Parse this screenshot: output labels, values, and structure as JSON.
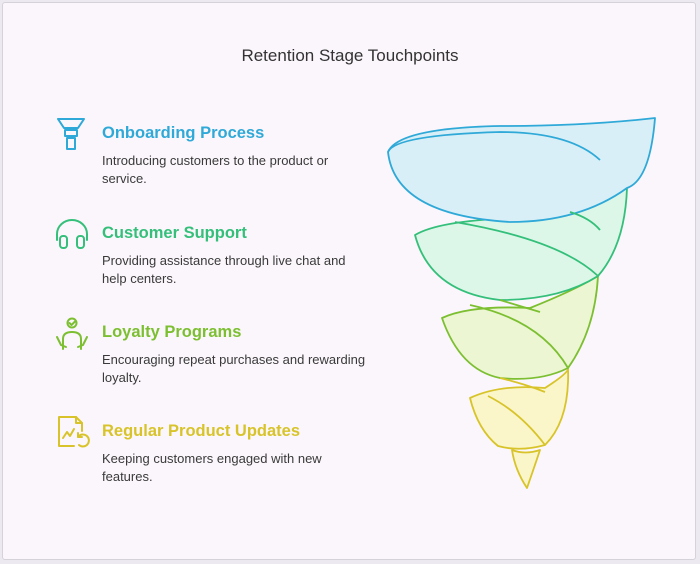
{
  "title": "Retention Stage Touchpoints",
  "colors": {
    "blue": "#2fa9d8",
    "green": "#34bf7a",
    "olive": "#7cbf31",
    "yellow": "#d8c42a"
  },
  "items": [
    {
      "icon": "funnel-icon",
      "heading": "Onboarding Process",
      "description": "Introducing customers to the product or service."
    },
    {
      "icon": "headset-icon",
      "heading": "Customer Support",
      "description": "Providing assistance through live chat and help centers."
    },
    {
      "icon": "person-hands-icon",
      "heading": "Loyalty Programs",
      "description": "Encouraging repeat purchases and rewarding loyalty."
    },
    {
      "icon": "document-refresh-icon",
      "heading": "Regular Product Updates",
      "description": "Keeping customers engaged with new features."
    }
  ]
}
